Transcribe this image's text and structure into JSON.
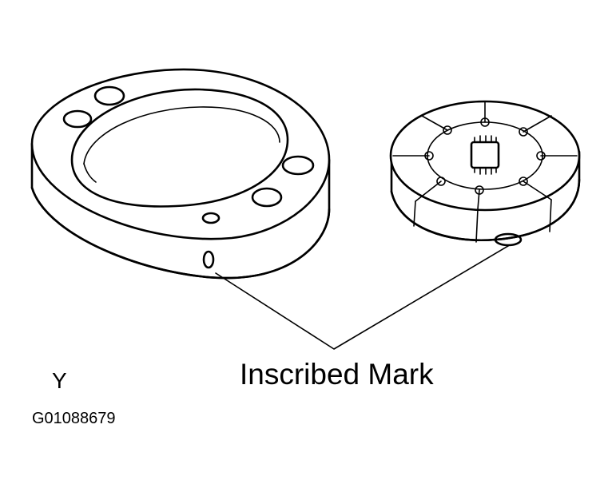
{
  "callout": {
    "label": "Inscribed Mark"
  },
  "corner": {
    "letter": "Y",
    "figure_id": "G01088679"
  }
}
